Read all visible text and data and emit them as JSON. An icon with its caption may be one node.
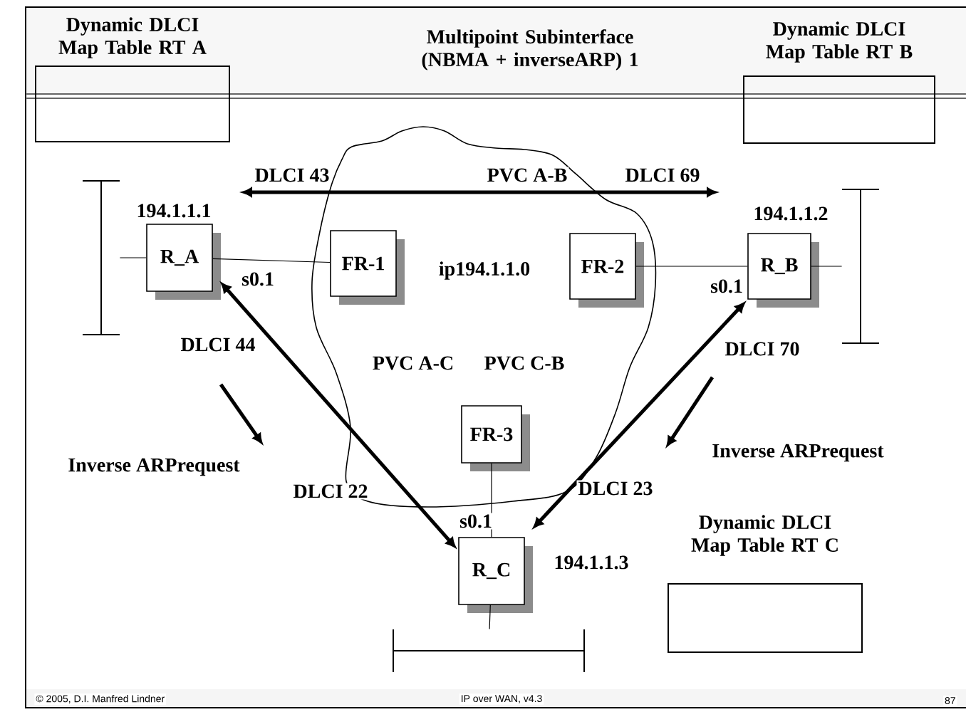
{
  "diagram": {
    "title": "Multipoint Subinterface (NBMA + inverseARP) 1",
    "nodes": [
      {
        "text": [
          "Dynamic DLCI Map Table RT A"
        ]
      },
      {
        "text": [
          "Dynamic DLCI Map Table RT B"
        ]
      },
      {
        "text": [
          "Dynamic DLCI Map Table RT C"
        ]
      },
      {
        "text": [
          "ip194.1.1.0"
        ]
      },
      {
        "text": [
          "R_A"
        ],
        "beside": [
          "194.1.1.1",
          "s0.1"
        ]
      },
      {
        "text": [
          "FR-1"
        ],
        "in": 3
      },
      {
        "text": [
          "FR-2"
        ],
        "in": 3
      },
      {
        "text": [
          "R_B"
        ],
        "beside": [
          "194.1.1.2",
          "s0.1"
        ]
      },
      {
        "text": [
          "FR-3"
        ],
        "in": 3
      },
      {
        "text": [
          "R_C"
        ],
        "beside": [
          "s0.1",
          "194.1.1.3"
        ]
      },
      {
        "text": [],
        "shape": "bar"
      },
      {
        "text": [],
        "shape": "bar"
      },
      {
        "text": [],
        "shape": "bar"
      }
    ],
    "edges": [
      {
        "from": 10,
        "to": 4,
        "arrow": "none"
      },
      {
        "from": 4,
        "to": 5,
        "arrow": "none"
      },
      {
        "from": 6,
        "to": 7,
        "arrow": "none"
      },
      {
        "from": 7,
        "to": 11,
        "arrow": "none"
      },
      {
        "from": 8,
        "to": 9,
        "arrow": "none"
      },
      {
        "from": 9,
        "to": 12,
        "arrow": "none"
      },
      {
        "from": 4,
        "to": 9,
        "arrow": "both",
        "style": "thick"
      },
      {
        "from": 9,
        "to": 7,
        "arrow": "both",
        "style": "thick"
      }
    ],
    "labels": [
      "DLCI 43",
      "PVC A-B",
      "DLCI 69",
      "DLCI 44",
      "PVC A-C",
      "PVC C-B",
      "DLCI 70",
      "Inverse ARPrequest",
      "Inverse ARPrequest",
      "DLCI 22",
      "DLCI 23",
      "© 2005, D.I. Manfred Lindner",
      "IP over WAN, v4.3",
      "87"
    ]
  }
}
